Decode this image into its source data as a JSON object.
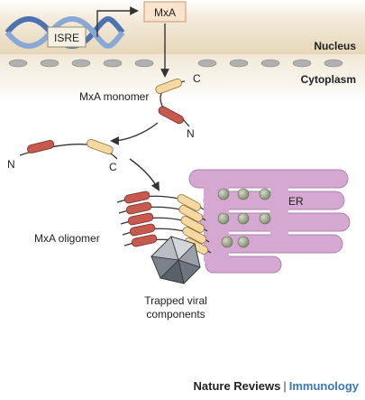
{
  "diagram": {
    "gene_label": "ISRE",
    "product_label": "MxA",
    "nucleus_label": "Nucleus",
    "cytoplasm_label": "Cytoplasm",
    "monomer_label": "MxA monomer",
    "c_terminus": "C",
    "n_terminus": "N",
    "oligomer_label": "MxA oligomer",
    "er_label": "ER",
    "trapped_line1": "Trapped viral",
    "trapped_line2": "components"
  },
  "footer": {
    "journal": "Nature Reviews",
    "separator": "|",
    "section": "Immunology"
  },
  "colors": {
    "nucleus_band": "#ece0c6",
    "membrane_pore": "#a6a6a6",
    "dna_blue": "#5f84bd",
    "box_fill": "#fbe3cd",
    "box_stroke": "#c8986a",
    "domain_yellow": "#f5d9a0",
    "domain_red": "#c65a4f",
    "er_fill": "#d4a8d0",
    "er_stroke": "#b27fb0",
    "ribosome": "#9aa58a",
    "virus": "#7a8088",
    "arrow": "#333333"
  }
}
